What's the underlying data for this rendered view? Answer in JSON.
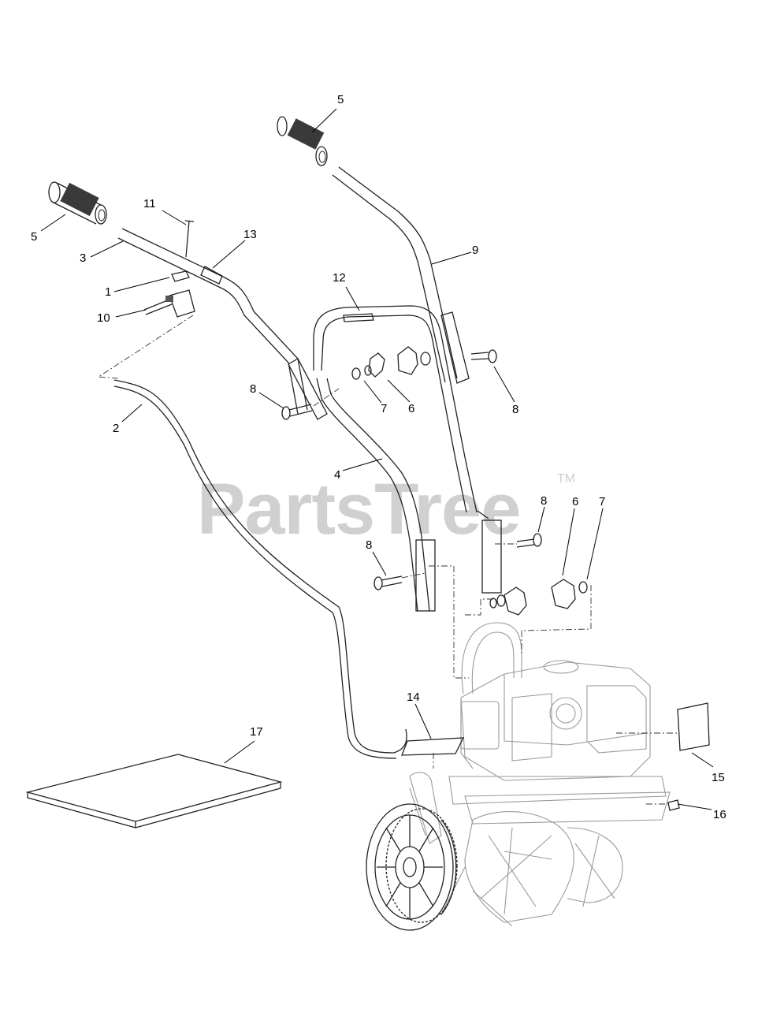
{
  "watermark": {
    "text": "PartsTree",
    "trademark": "TM"
  },
  "callouts": [
    "1",
    "2",
    "3",
    "4",
    "5",
    "5",
    "6",
    "6",
    "7",
    "7",
    "8",
    "8",
    "8",
    "8",
    "9",
    "10",
    "11",
    "12",
    "13",
    "14",
    "15",
    "16",
    "17"
  ]
}
